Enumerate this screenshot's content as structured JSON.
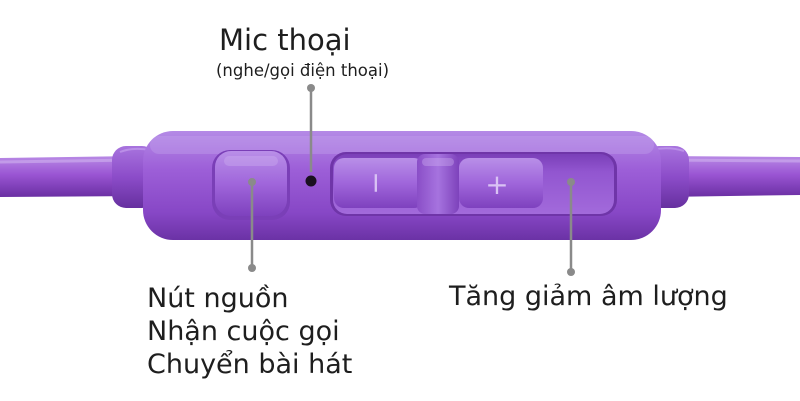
{
  "callouts": {
    "mic": {
      "title": "Mic thoại",
      "subtitle": "(nghe/gọi điện thoại)"
    },
    "power": {
      "lines": [
        "Nút nguồn",
        "Nhận cuộc gọi",
        "Chuyển bài hát"
      ]
    },
    "volume": {
      "label": "Tăng giảm âm lượng"
    }
  },
  "buttons": {
    "minus_symbol": "−",
    "plus_symbol": "+"
  },
  "colors": {
    "purple_body": "#9a55d3",
    "purple_light": "#b27ee3",
    "purple_dark": "#6e34a6",
    "pointer_gray": "#8a8a8a"
  }
}
